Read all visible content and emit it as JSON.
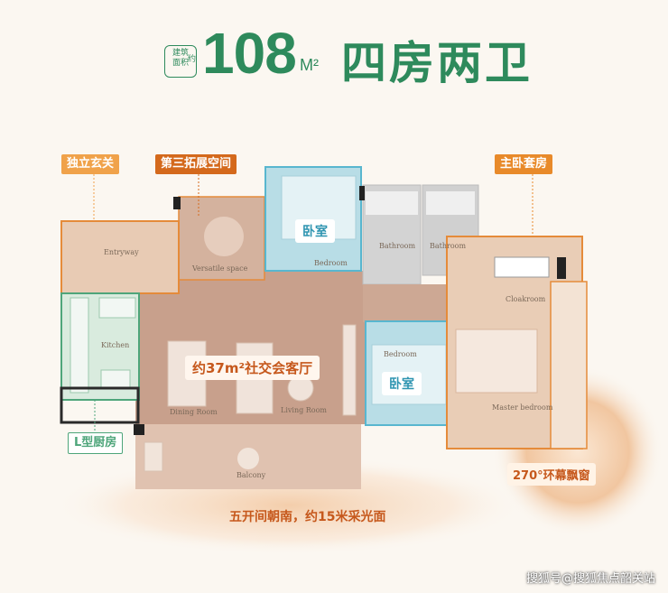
{
  "header": {
    "tag_line1": "建筑",
    "tag_line2": "面积",
    "tag_approx": "约",
    "area_number": "108",
    "area_unit": "M²",
    "title": "四房两卫"
  },
  "callouts": {
    "entry": "独立玄关",
    "third_room": "第三拓展空间",
    "master_suite": "主卧套房",
    "kitchen": "L型厨房",
    "living": "约37m²社交会客厅",
    "bedroom_a": "卧室",
    "bedroom_b": "卧室",
    "bay_window": "270°环幕飘窗",
    "south_facing": "五开间朝南，约15米采光面"
  },
  "room_labels": {
    "entryway": "Entryway",
    "versatile": "Versatile space",
    "bedroom_top": "Bedroom",
    "bathroom_1": "Bathroom",
    "bathroom_2": "Bathroom",
    "kitchen": "Kitchen",
    "dining": "Dining Room",
    "living": "Living Room",
    "bedroom_mid": "Bedroom",
    "cloakroom": "Cloakroom",
    "master": "Master bedroom",
    "balcony": "Balcony"
  },
  "watermark": "搜狐号@搜狐焦点韶关站",
  "colors": {
    "brand_green": "#2e8a5c",
    "tag_orange": "#e88a2a",
    "tag_orange_dark": "#d4691c",
    "bedroom_blue": "#58b6cf",
    "kitchen_green": "#4ea57a"
  }
}
